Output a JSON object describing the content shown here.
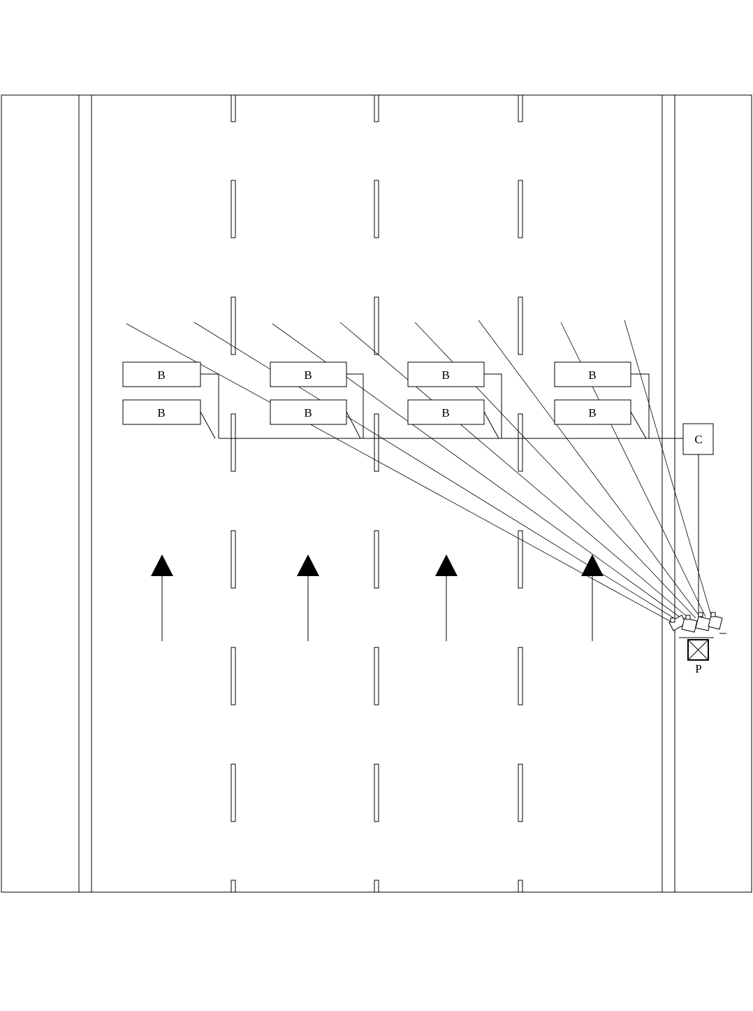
{
  "labels": {
    "sensor": "B",
    "controller": "C",
    "pole": "P"
  },
  "sensor_groups": [
    {
      "id": "lane-1",
      "sensors": [
        "B",
        "B"
      ]
    },
    {
      "id": "lane-2",
      "sensors": [
        "B",
        "B"
      ]
    },
    {
      "id": "lane-3",
      "sensors": [
        "B",
        "B"
      ]
    },
    {
      "id": "lane-4",
      "sensors": [
        "B",
        "B"
      ]
    }
  ],
  "traffic_direction": "up",
  "lane_count": 4
}
